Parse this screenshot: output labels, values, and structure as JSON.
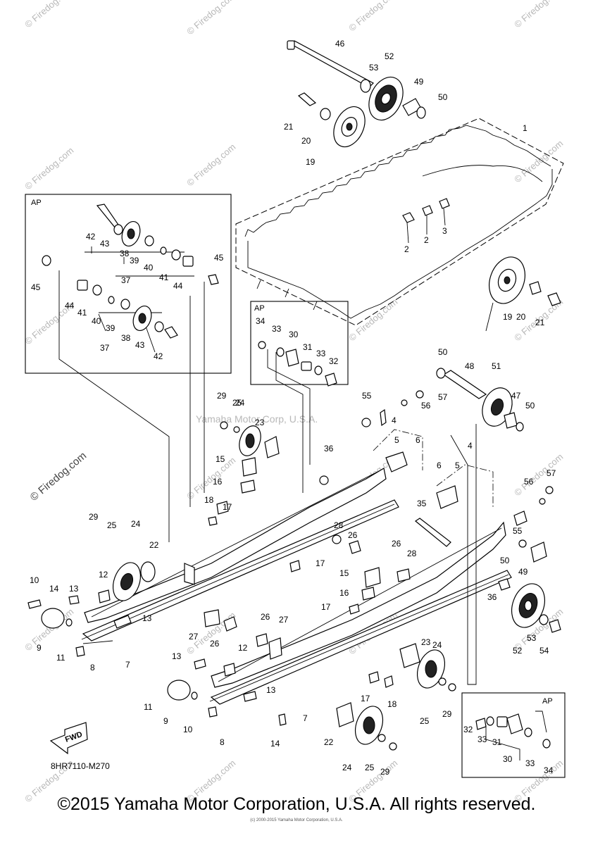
{
  "diagram_code": "8HR7110-M270",
  "fwd_label": "FWD",
  "ap_label": "AP",
  "footer": "©2015 Yamaha Motor Corporation, U.S.A. All rights reserved.",
  "tiny_copyright": "(c) 2000-2015 Yamaha Motor Corporation, U.S.A.",
  "watermark_text": "© Firedog.com",
  "center_watermark": "Yamaha Motor Corp, U.S.A.",
  "callouts": [
    {
      "id": "c1",
      "n": "1"
    },
    {
      "id": "c2a",
      "n": "2"
    },
    {
      "id": "c2b",
      "n": "2"
    },
    {
      "id": "c3",
      "n": "3"
    },
    {
      "id": "c4a",
      "n": "4"
    },
    {
      "id": "c4b",
      "n": "4"
    },
    {
      "id": "c5a",
      "n": "5"
    },
    {
      "id": "c5b",
      "n": "5"
    },
    {
      "id": "c6a",
      "n": "6"
    },
    {
      "id": "c6b",
      "n": "6"
    },
    {
      "id": "c7a",
      "n": "7"
    },
    {
      "id": "c7b",
      "n": "7"
    },
    {
      "id": "c8a",
      "n": "8"
    },
    {
      "id": "c8b",
      "n": "8"
    },
    {
      "id": "c9a",
      "n": "9"
    },
    {
      "id": "c9b",
      "n": "9"
    },
    {
      "id": "c10a",
      "n": "10"
    },
    {
      "id": "c10b",
      "n": "10"
    },
    {
      "id": "c11a",
      "n": "11"
    },
    {
      "id": "c11b",
      "n": "11"
    },
    {
      "id": "c12a",
      "n": "12"
    },
    {
      "id": "c12b",
      "n": "12"
    },
    {
      "id": "c13a",
      "n": "13"
    },
    {
      "id": "c13b",
      "n": "13"
    },
    {
      "id": "c13c",
      "n": "13"
    },
    {
      "id": "c13d",
      "n": "13"
    },
    {
      "id": "c14a",
      "n": "14"
    },
    {
      "id": "c14b",
      "n": "14"
    },
    {
      "id": "c15a",
      "n": "15"
    },
    {
      "id": "c15b",
      "n": "15"
    },
    {
      "id": "c16a",
      "n": "16"
    },
    {
      "id": "c16b",
      "n": "16"
    },
    {
      "id": "c17a",
      "n": "17"
    },
    {
      "id": "c17b",
      "n": "17"
    },
    {
      "id": "c17c",
      "n": "17"
    },
    {
      "id": "c17d",
      "n": "17"
    },
    {
      "id": "c18a",
      "n": "18"
    },
    {
      "id": "c18b",
      "n": "18"
    },
    {
      "id": "c19a",
      "n": "19"
    },
    {
      "id": "c19b",
      "n": "19"
    },
    {
      "id": "c20a",
      "n": "20"
    },
    {
      "id": "c20b",
      "n": "20"
    },
    {
      "id": "c21a",
      "n": "21"
    },
    {
      "id": "c21b",
      "n": "21"
    },
    {
      "id": "c22a",
      "n": "22"
    },
    {
      "id": "c22b",
      "n": "22"
    },
    {
      "id": "c23a",
      "n": "23"
    },
    {
      "id": "c23b",
      "n": "23"
    },
    {
      "id": "c24a",
      "n": "24"
    },
    {
      "id": "c24b",
      "n": "24"
    },
    {
      "id": "c24c",
      "n": "24"
    },
    {
      "id": "c24d",
      "n": "24"
    },
    {
      "id": "c25a",
      "n": "25"
    },
    {
      "id": "c25b",
      "n": "25"
    },
    {
      "id": "c25c",
      "n": "25"
    },
    {
      "id": "c25d",
      "n": "25"
    },
    {
      "id": "c26a",
      "n": "26"
    },
    {
      "id": "c26b",
      "n": "26"
    },
    {
      "id": "c26c",
      "n": "26"
    },
    {
      "id": "c26d",
      "n": "26"
    },
    {
      "id": "c27a",
      "n": "27"
    },
    {
      "id": "c27b",
      "n": "27"
    },
    {
      "id": "c28a",
      "n": "28"
    },
    {
      "id": "c28b",
      "n": "28"
    },
    {
      "id": "c29a",
      "n": "29"
    },
    {
      "id": "c29b",
      "n": "29"
    },
    {
      "id": "c29c",
      "n": "29"
    },
    {
      "id": "c29d",
      "n": "29"
    },
    {
      "id": "c30a",
      "n": "30"
    },
    {
      "id": "c30b",
      "n": "30"
    },
    {
      "id": "c31a",
      "n": "31"
    },
    {
      "id": "c31b",
      "n": "31"
    },
    {
      "id": "c32a",
      "n": "32"
    },
    {
      "id": "c32b",
      "n": "32"
    },
    {
      "id": "c33a",
      "n": "33"
    },
    {
      "id": "c33b",
      "n": "33"
    },
    {
      "id": "c33c",
      "n": "33"
    },
    {
      "id": "c33d",
      "n": "33"
    },
    {
      "id": "c34a",
      "n": "34"
    },
    {
      "id": "c34b",
      "n": "34"
    },
    {
      "id": "c35",
      "n": "35"
    },
    {
      "id": "c36a",
      "n": "36"
    },
    {
      "id": "c36b",
      "n": "36"
    },
    {
      "id": "c37a",
      "n": "37"
    },
    {
      "id": "c37b",
      "n": "37"
    },
    {
      "id": "c38a",
      "n": "38"
    },
    {
      "id": "c38b",
      "n": "38"
    },
    {
      "id": "c39a",
      "n": "39"
    },
    {
      "id": "c39b",
      "n": "39"
    },
    {
      "id": "c40a",
      "n": "40"
    },
    {
      "id": "c40b",
      "n": "40"
    },
    {
      "id": "c41a",
      "n": "41"
    },
    {
      "id": "c41b",
      "n": "41"
    },
    {
      "id": "c42a",
      "n": "42"
    },
    {
      "id": "c42b",
      "n": "42"
    },
    {
      "id": "c43a",
      "n": "43"
    },
    {
      "id": "c43b",
      "n": "43"
    },
    {
      "id": "c44a",
      "n": "44"
    },
    {
      "id": "c44b",
      "n": "44"
    },
    {
      "id": "c45a",
      "n": "45"
    },
    {
      "id": "c45b",
      "n": "45"
    },
    {
      "id": "c46",
      "n": "46"
    },
    {
      "id": "c47",
      "n": "47"
    },
    {
      "id": "c48",
      "n": "48"
    },
    {
      "id": "c49a",
      "n": "49"
    },
    {
      "id": "c49b",
      "n": "49"
    },
    {
      "id": "c50a",
      "n": "50"
    },
    {
      "id": "c50b",
      "n": "50"
    },
    {
      "id": "c50c",
      "n": "50"
    },
    {
      "id": "c50d",
      "n": "50"
    },
    {
      "id": "c51",
      "n": "51"
    },
    {
      "id": "c52a",
      "n": "52"
    },
    {
      "id": "c52b",
      "n": "52"
    },
    {
      "id": "c53a",
      "n": "53"
    },
    {
      "id": "c53b",
      "n": "53"
    },
    {
      "id": "c54",
      "n": "54"
    },
    {
      "id": "c55a",
      "n": "55"
    },
    {
      "id": "c55b",
      "n": "55"
    },
    {
      "id": "c56a",
      "n": "56"
    },
    {
      "id": "c56b",
      "n": "56"
    },
    {
      "id": "c57a",
      "n": "57"
    },
    {
      "id": "c57b",
      "n": "57"
    }
  ]
}
